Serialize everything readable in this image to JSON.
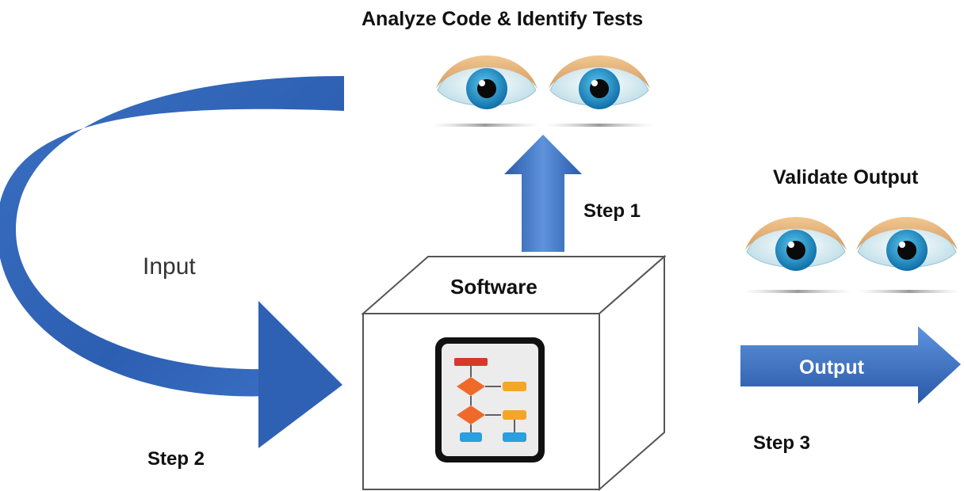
{
  "titles": {
    "analyze": "Analyze Code & Identify Tests",
    "validate": "Validate Output"
  },
  "steps": {
    "step1": "Step 1",
    "step2": "Step 2",
    "step3": "Step 3"
  },
  "labels": {
    "input": "Input",
    "software": "Software",
    "output": "Output"
  },
  "icons": {
    "eye": "eye-icon",
    "flowchart": "flowchart-icon"
  },
  "colors": {
    "arrow_blue": "#2f63b6",
    "arrow_blue_light": "#5b8fd8",
    "iris": "#1e90c8",
    "eyelid": "#e0b27a",
    "flow_red": "#d33a2c",
    "flow_orange": "#ef6a2a",
    "flow_yellow": "#f5a623",
    "flow_blue": "#2b9fe0"
  }
}
